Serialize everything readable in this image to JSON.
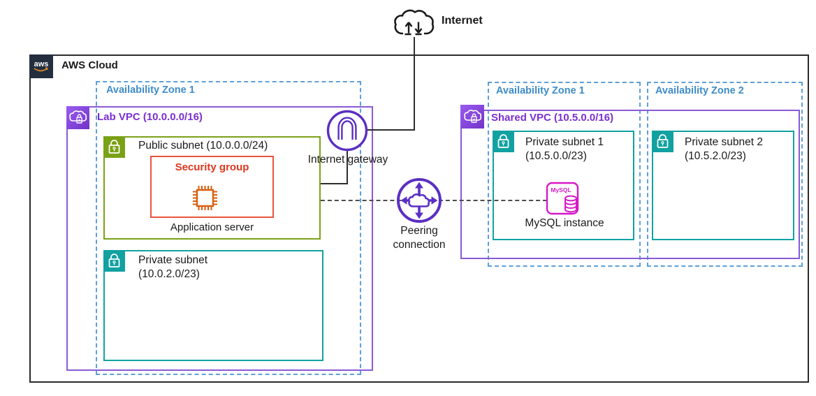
{
  "diagram": {
    "internet_label": "Internet",
    "aws_cloud_label": "AWS Cloud",
    "aws_logo_text": "aws",
    "az_left_label": "Availability Zone 1",
    "lab_vpc_label": "Lab VPC (10.0.0.0/16)",
    "public_subnet_label": "Public subnet (10.0.0.0/24)",
    "security_group_label": "Security group",
    "application_server_label": "Application server",
    "private_subnet_left_label": "Private subnet\n(10.0.2.0/23)",
    "internet_gateway_label": "Internet gateway",
    "peering_label": "Peering\nconnection",
    "az_right_1_label": "Availability Zone 1",
    "az_right_2_label": "Availability Zone 2",
    "shared_vpc_label": "Shared VPC (10.5.0.0/16)",
    "private_subnet_1_label": "Private subnet 1\n(10.5.0.0/23)",
    "private_subnet_2_label": "Private subnet 2\n(10.5.2.0/23)",
    "mysql_icon_text": "MySQL",
    "mysql_instance_label": "MySQL instance"
  },
  "colors": {
    "az_blue_text": "#3e8cc8",
    "az_blue_dash": "#5e9fd8",
    "vpc_purple_border": "#8a5ad6",
    "vpc_purple_text": "#7b2fd1",
    "icon_purple": "#5b2fc2",
    "subnet_green": "#7aa116",
    "subnet_teal": "#12a1a1",
    "security_red": "#ea5440",
    "chip_orange": "#d95e0d",
    "mysql_magenta": "#d619c8",
    "aws_navy": "#232f3e",
    "line_black": "#2e2e2e"
  }
}
